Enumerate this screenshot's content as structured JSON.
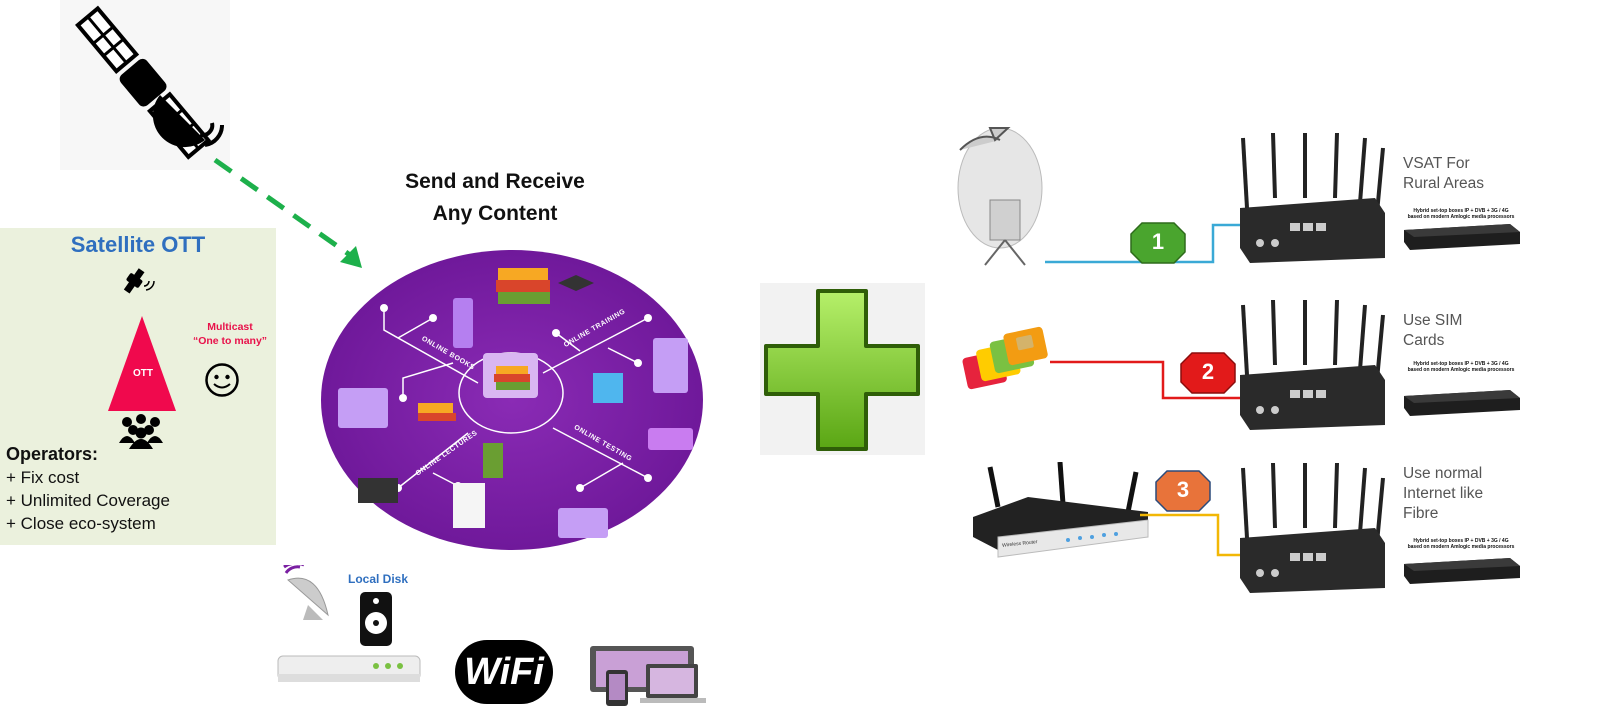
{
  "left_panel": {
    "title": "Satellite OTT",
    "triangle_label": "OTT",
    "multicast_line1": "Multicast",
    "multicast_line2": "“One to many”",
    "operators_heading": "Operators:",
    "operators_items": [
      "+ Fix cost",
      "+ Unlimited Coverage",
      "+ Close eco-system"
    ]
  },
  "center": {
    "title_line1": "Send and Receive",
    "title_line2": "Any Content",
    "circle_labels": [
      "ONLINE BOOKS",
      "ONLINE TRAINING",
      "ONLINE LECTURES",
      "ONLINE TESTING"
    ],
    "local_disk": "Local Disk",
    "wifi_logo": "WiFi"
  },
  "right": {
    "options": [
      {
        "number": "1",
        "label_lines": [
          "VSAT For",
          "Rural Areas"
        ],
        "color": "#4aa52e",
        "line_color": "#3aa9d6"
      },
      {
        "number": "2",
        "label_lines": [
          "Use SIM",
          "Cards"
        ],
        "color": "#e21a1a",
        "line_color": "#e21a1a"
      },
      {
        "number": "3",
        "label_lines": [
          "Use normal",
          "Internet like",
          "Fibre"
        ],
        "color": "#e8733a",
        "line_color": "#f2b705"
      }
    ],
    "small_caption_1": "Hybrid set-top boxes IP + DVB + 3G / 4G",
    "small_caption_2": "based on modern Amlogic media processors",
    "router_label": "Wireless Router"
  },
  "colors": {
    "panel_bg": "#ebf1dd",
    "title_blue": "#2f6fbf",
    "ott_red": "#f0094d",
    "purple": "#7a1fa2",
    "plus_green": "#7ed321"
  }
}
